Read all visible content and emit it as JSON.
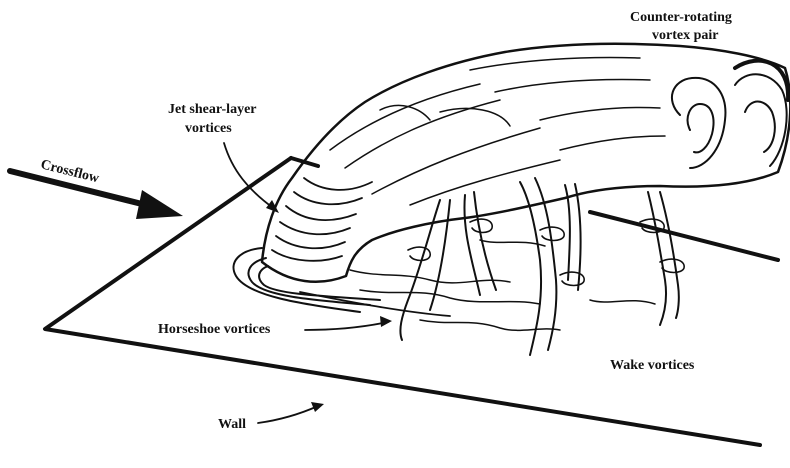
{
  "labels": {
    "counter_rotating_1": "Counter-rotating",
    "counter_rotating_2": "vortex pair",
    "jet_shear_1": "Jet shear-layer",
    "jet_shear_2": "vortices",
    "crossflow": "Crossflow",
    "horseshoe": "Horseshoe vortices",
    "wake": "Wake vortices",
    "wall": "Wall"
  },
  "colors": {
    "ink": "#111111",
    "background": "#ffffff"
  }
}
